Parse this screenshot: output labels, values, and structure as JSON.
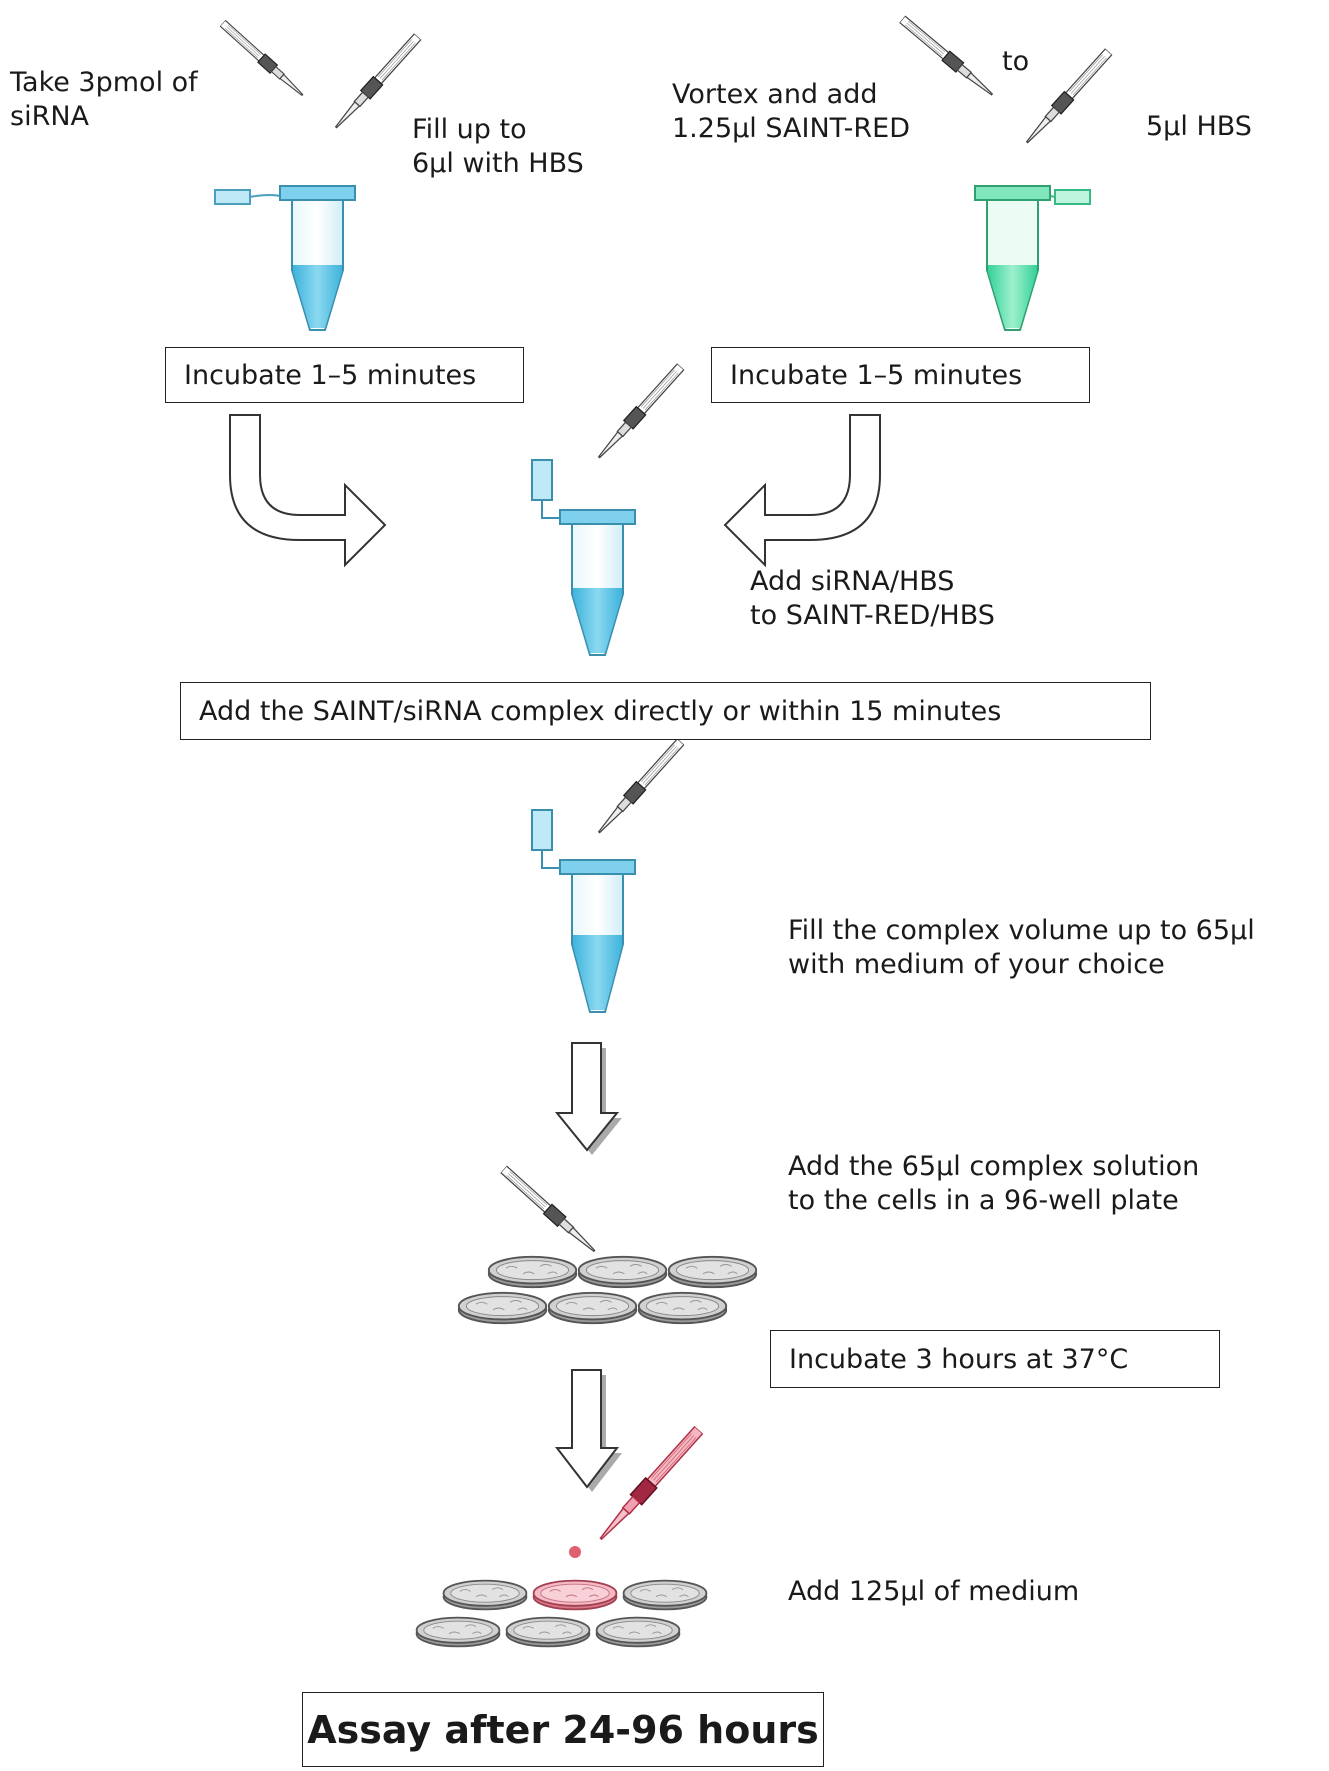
{
  "labels": {
    "take_siRNA": [
      "Take 3pmol of",
      "siRNA"
    ],
    "fill_hbs": [
      "Fill up to",
      "6µl with HBS"
    ],
    "vortex": [
      "Vortex and add",
      "1.25µl SAINT-RED"
    ],
    "to": "to",
    "hbs5": "5µl HBS",
    "add_sirna": [
      "Add siRNA/HBS",
      "to SAINT-RED/HBS"
    ],
    "fill_complex": [
      "Fill the complex volume up to 65µl",
      "with medium of your choice"
    ],
    "add_65": [
      "Add the 65µl complex solution",
      "to the cells in a 96-well plate"
    ],
    "add_125": "Add 125µl of medium"
  },
  "boxes": {
    "incubate_left": "Incubate 1–5 minutes",
    "incubate_right": "Incubate 1–5 minutes",
    "add_complex": "Add the SAINT/siRNA complex directly or within 15 minutes",
    "incubate_37": "Incubate 3 hours at 37°C",
    "assay": "Assay after 24-96 hours"
  },
  "colors": {
    "tube_blue": "#5fc3e4",
    "tube_green": "#5fe0b0",
    "pipette_red": "#e07080",
    "dish_gray": "#b8b8b8",
    "dish_pink": "#f0a0b0"
  }
}
